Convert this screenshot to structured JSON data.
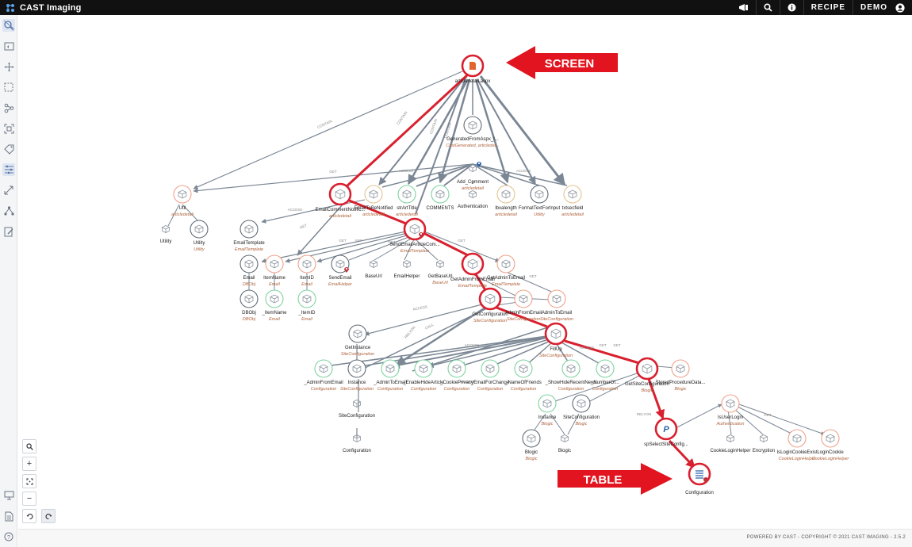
{
  "header": {
    "app_title": "CAST Imaging",
    "recipe_label": "RECIPE",
    "demo_label": "DEMO"
  },
  "footer": {
    "copyright": "POWERED BY CAST - COPYRIGHT © 2021 CAST IMAGING - 2.5.2"
  },
  "annotations": {
    "screen_label": "SCREEN",
    "table_label": "TABLE"
  },
  "zoom": {
    "zoom_in": "+",
    "zoom_out": "−"
  },
  "colors": {
    "path_red": "#d8202f",
    "edge_gray": "#7b8794",
    "green": "#7ed3a0",
    "orange": "#f0a28a",
    "tan": "#e0c490",
    "sub_orange": "#b0643e"
  },
  "edge_labels": {
    "contain": "CONTAIN",
    "access": "ACCESS",
    "get": "GET",
    "set": "SET",
    "relyon": "RELYON",
    "call": "CALL"
  },
  "nodes": {
    "aspx": "articledetail.aspx",
    "gen": "GeneratedFromAspx_I...",
    "gen_sub": "CastGenerated_articledet...",
    "addc": "Add_Comment",
    "addc_l2": "2",
    "addc_sub": "articledetail",
    "util": "Util",
    "util_sub": "articledetail",
    "utility_a": "Utility",
    "utility_b": "Utility",
    "utility_b_sub": "Utility",
    "ecn": "EmailCommentNotific...",
    "ecn_sub": "articledetail",
    "eto": "EmailToBeNotified",
    "eto_sub": "articledetail",
    "strt": "strArtTitle",
    "strt_sub": "articledetail",
    "comm": "COMMENTS",
    "auth": "Authentication",
    "lbx": "lbxalength",
    "lbx_sub": "articledetail",
    "fmt": "FormatTextForInput",
    "fmt_sub": "Utility",
    "txt": "txtsecfield",
    "txt_sub": "articledetail",
    "etpl": "EmailTemplate",
    "etpl_sub": "EmailTemplate",
    "seac": "SendEmailArticleCom...",
    "seac_sub": "EmailTemplate",
    "email1": "Email",
    "email1_sub": "DBObj",
    "iname": "ItemName",
    "iname_sub": "Email",
    "iid": "ItemID",
    "iid_sub": "Email",
    "sende": "SendEmail",
    "sende_sub": "EmailHelper",
    "baseu": "BaseUrl",
    "ehelp": "EmailHelper",
    "gbase": "GetBaseUrl",
    "gbase_sub": "BaseUrl",
    "gafe": "GetAdminFromEmail",
    "gafe_sub": "EmailTemplate",
    "gate": "GetAdminToEmail",
    "gate_sub": "EmailTemplate",
    "dbobj": "DBObj",
    "dbobj_sub": "DBObj",
    "inm2": "_ItemName",
    "inm2_sub": "Email",
    "iid2": "_ItemID",
    "iid2_sub": "Email",
    "gconf": "GetConfiguration",
    "gconf_sub": "SiteConfiguration",
    "afe": "AdminFromEmail",
    "afe_sub": "SiteConfiguration",
    "ate": "AdminToEmail",
    "ate_sub": "SiteConfiguration",
    "getinst": "GetInstance",
    "getinst_sub": "SiteConfiguration",
    "fillup": "FillUp",
    "fillup_sub": "SiteConfiguration",
    "r1": "_AdminFromEmail",
    "r1_sub": "Configuration",
    "r2": "Instance",
    "r2_sub": "SiteConfiguration",
    "r3": "_AdminToEmail",
    "r3_sub": "Configuration",
    "r4": "_EnableHideArticle",
    "r4_sub": "Configuration",
    "r5": "_CookiePrivacy",
    "r5_sub": "Configuration",
    "r6": "_EmailForChange",
    "r6_sub": "Configuration",
    "r7": "_NameOfFriends",
    "r7_sub": "Configuration",
    "r8": "_ShowHideRecentNews",
    "r8_sub": "Configuration",
    "r9": "_NumberOf...",
    "r9_sub": "Configuration",
    "gsc": "GetSiteConfiguration",
    "gsc_sub": "Blogic",
    "spd": "StoredProcedureData...",
    "spd_sub": "Blogic",
    "sitec": "SiteConfiguration",
    "config1": "Configuration",
    "inst2": "Instance",
    "inst2_sub": "Blogic",
    "sitec2": "SiteConfiguration",
    "sitec2_sub": "Blogic",
    "blogic1": "Blogic",
    "blogic1_sub": "Blogic",
    "blogic2": "Blogic",
    "spsel": "spSelectSiteConfig...",
    "isul": "IsUserLogin",
    "isul_sub": "Authentication",
    "ckh": "CookieLoginHelper",
    "enc": "Encryption",
    "ilce": "IsLoginCookieExist",
    "ilce_sub": "CookieLoginHelper",
    "lc": "LoginCookie",
    "lc_sub": "CookieLoginHelper",
    "cfgt": "Configuration"
  }
}
